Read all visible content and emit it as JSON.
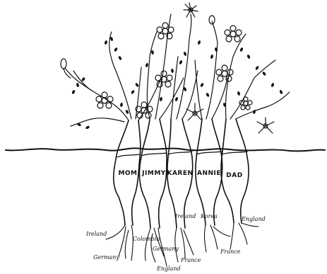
{
  "roots": [
    {
      "name": "MOM",
      "origins": [
        "Ireland",
        "Germany"
      ]
    },
    {
      "name": "JIMMY",
      "origins": [
        "Colombia",
        "Germany",
        "England"
      ]
    },
    {
      "name": "KAREN",
      "origins": [
        "Ireland",
        "France"
      ]
    },
    {
      "name": "ANNIE",
      "origins": [
        "Korea",
        "France"
      ]
    },
    {
      "name": "DAD",
      "origins": [
        "England"
      ]
    }
  ]
}
